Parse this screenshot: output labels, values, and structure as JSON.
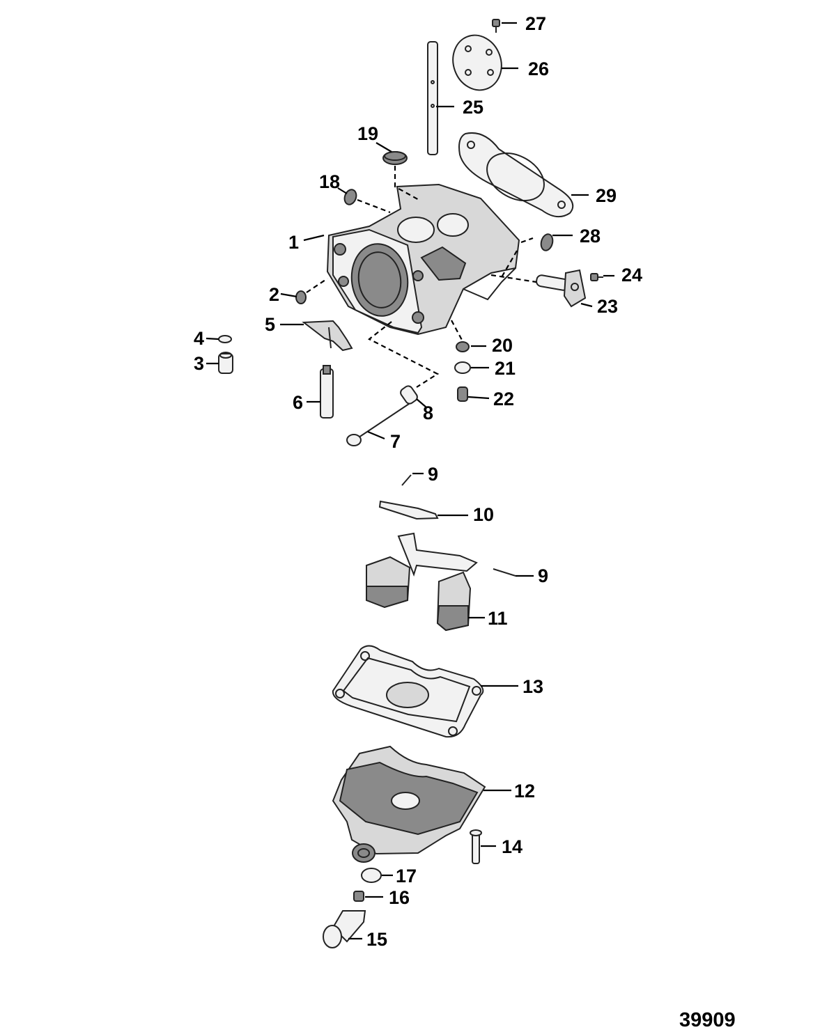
{
  "figure": {
    "id_label": "39909",
    "callouts": [
      "1",
      "2",
      "3",
      "4",
      "5",
      "6",
      "7",
      "8",
      "9",
      "10",
      "9",
      "11",
      "12",
      "13",
      "14",
      "15",
      "16",
      "17",
      "18",
      "19",
      "20",
      "21",
      "22",
      "23",
      "24",
      "25",
      "26",
      "27",
      "28",
      "29"
    ]
  }
}
